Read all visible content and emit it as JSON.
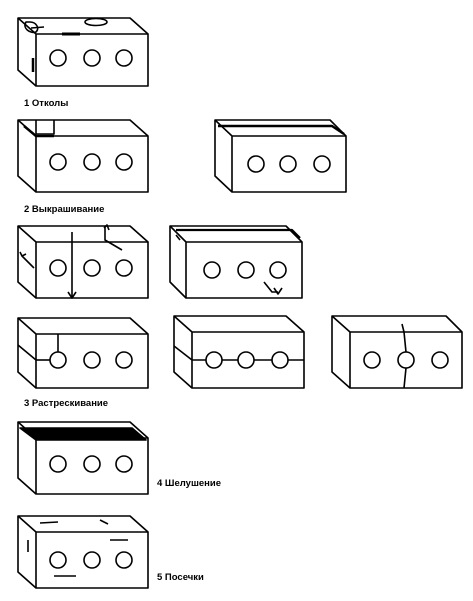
{
  "captions": {
    "chips": "1 Отколы",
    "spalling": "2 Выкрашивание",
    "cracking": "3 Растрескивание",
    "peeling": "4 Шелушение",
    "scratches": "5 Посечки"
  },
  "colors": {
    "stroke": "#000000",
    "background": "#ffffff"
  },
  "brick": {
    "holes_per_face": 3
  }
}
